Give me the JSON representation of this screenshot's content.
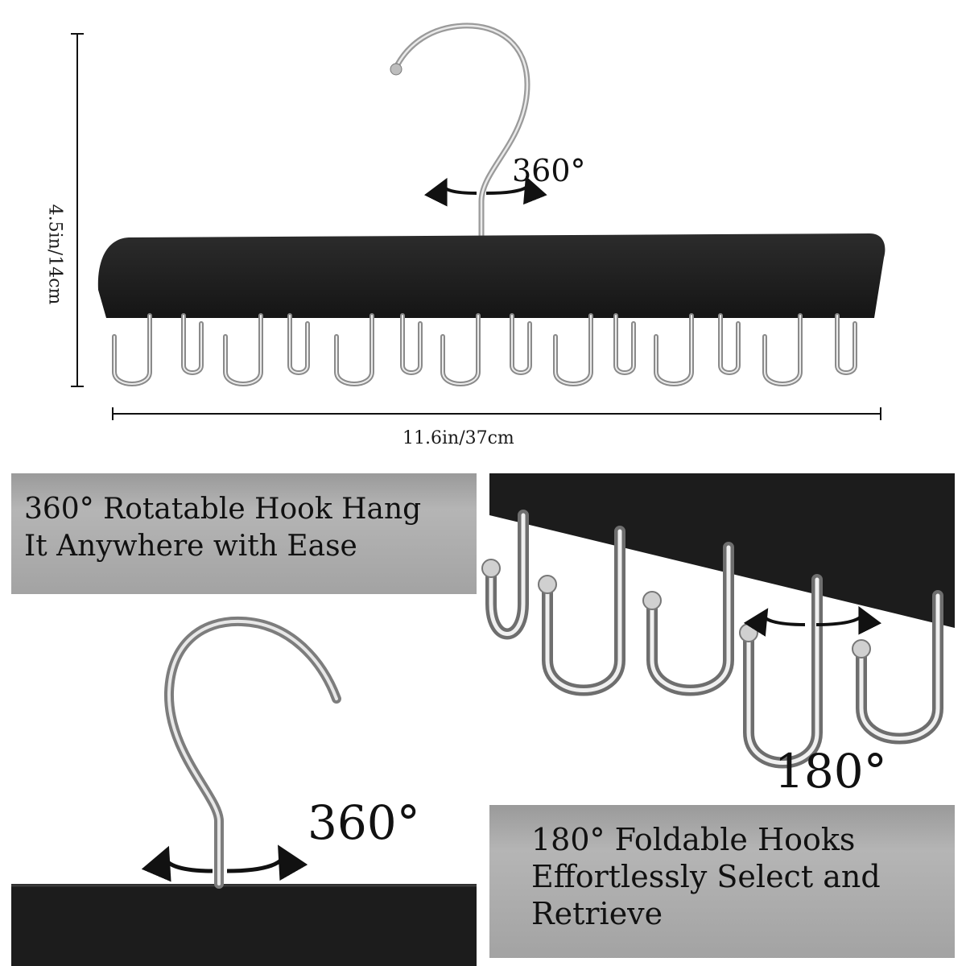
{
  "dimensions": {
    "width_label": "11.6in/37cm",
    "height_label": "4.5in/14cm"
  },
  "rotation_labels": {
    "top_hook": "360°",
    "bottom_hook": "360°",
    "folding_hooks": "180°"
  },
  "features": {
    "rotatable": {
      "lines": [
        "360° Rotatable Hook Hang",
        "It Anywhere with Ease"
      ]
    },
    "foldable": {
      "lines": [
        "180° Foldable Hooks",
        "Effortlessly Select and",
        "Retrieve"
      ]
    }
  },
  "colors": {
    "hanger_body": "#1e1e1e",
    "metal": "#c8c8c8",
    "banner": "#a8a8a8",
    "text": "#111111"
  },
  "icons": [
    "rotate-arrow-icon",
    "dimension-line-icon"
  ]
}
